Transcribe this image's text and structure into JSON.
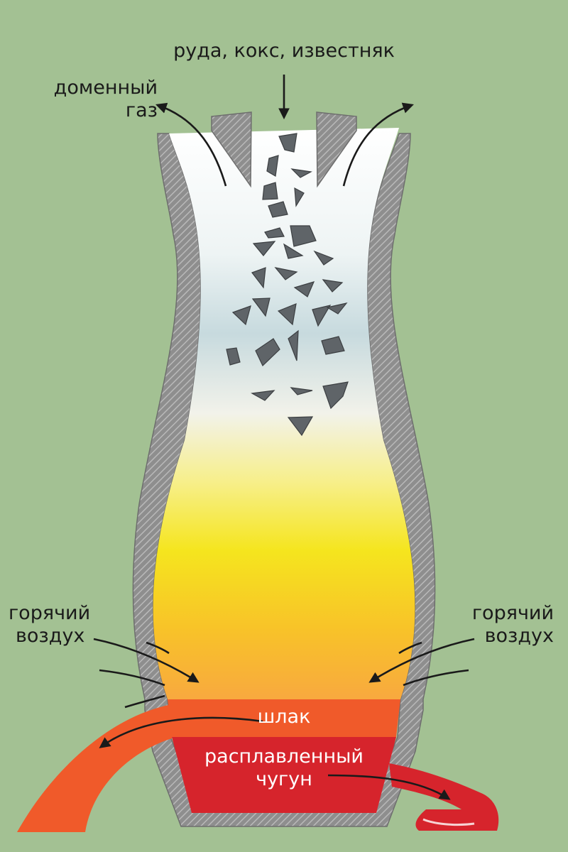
{
  "colors": {
    "background": "#a3c193",
    "wall": "#8e8e8e",
    "gas": "#ffffff",
    "hot_zone": "#f5e51e",
    "melt_zone": "#f7a035",
    "slag": "#f05a2a",
    "iron": "#d6242c",
    "ore": "#5f6468"
  },
  "labels": {
    "input": "руда, кокс, известняк",
    "exhaust_line1": "доменный",
    "exhaust_line2": "газ",
    "air_left_line1": "горячий",
    "air_left_line2": "воздух",
    "air_right_line1": "горячий",
    "air_right_line2": "воздух",
    "slag": "шлак",
    "iron_line1": "расплавленный",
    "iron_line2": "чугун"
  },
  "icons": {
    "arrow": "arrow-icon",
    "ore_piece": "ore-chunk-icon"
  }
}
